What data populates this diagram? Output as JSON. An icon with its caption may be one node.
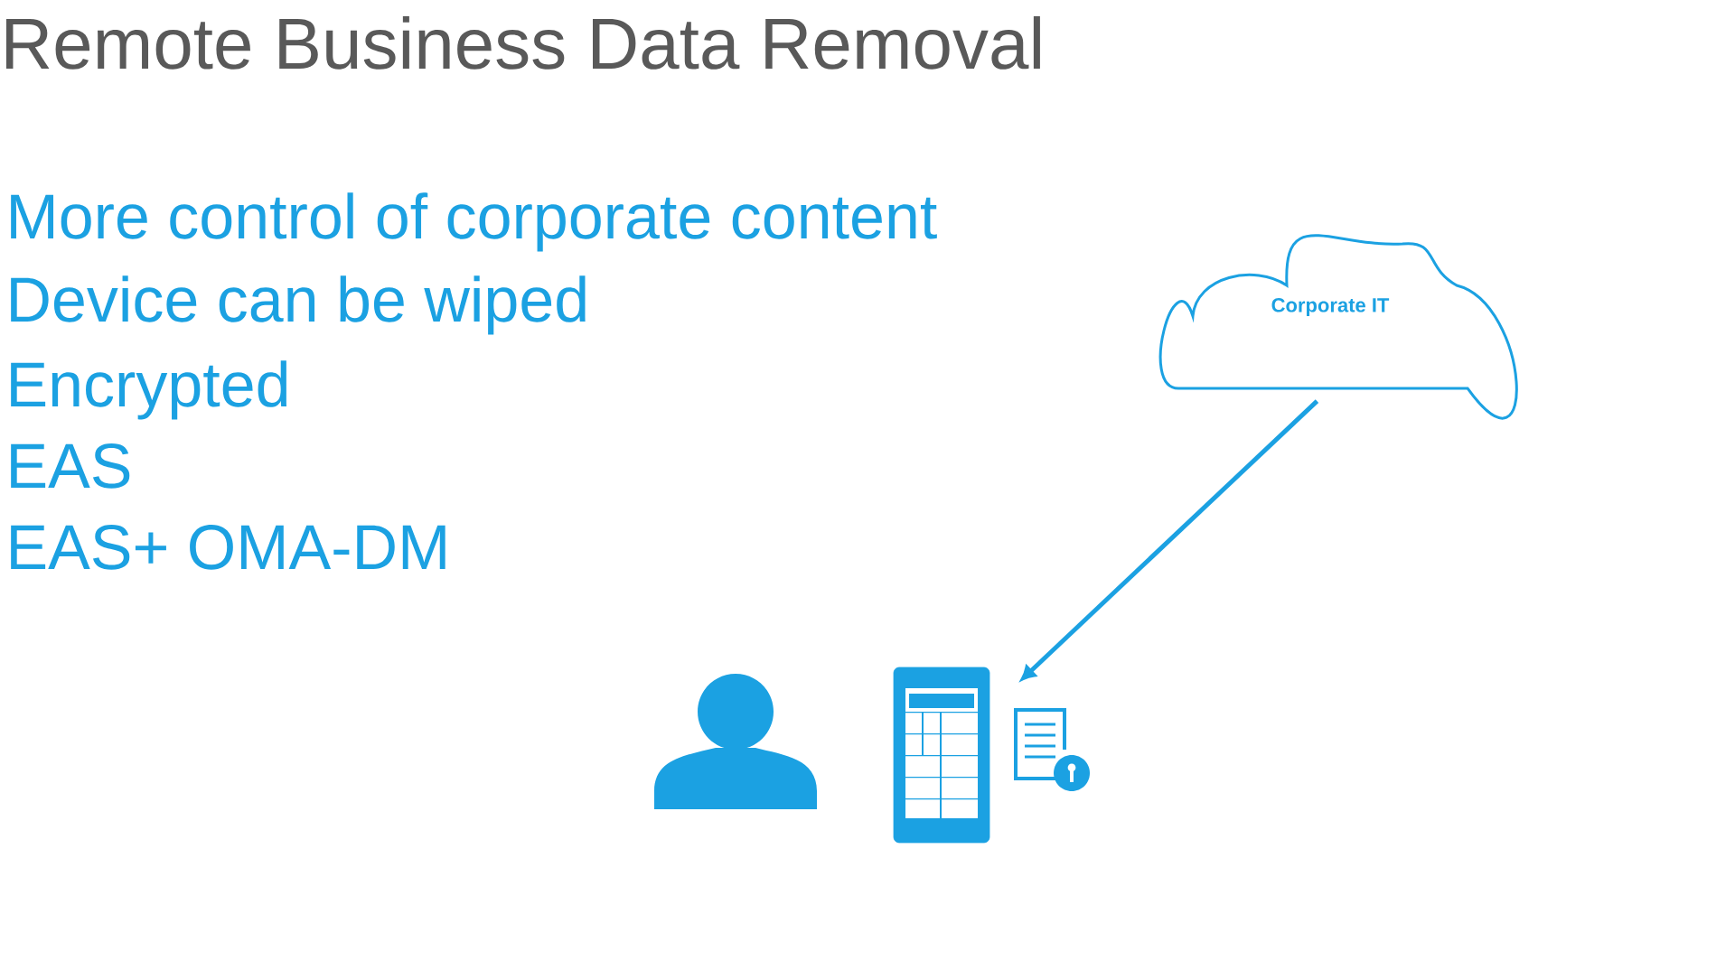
{
  "diagram": {
    "title": "Remote Business Data Removal",
    "nodes": [
      {
        "text": [
          "Corporate IT"
        ]
      },
      {
        "text": [],
        "shape": "phone"
      }
    ],
    "edges": [
      {
        "from": 0,
        "to": 1,
        "arrow": "to"
      }
    ],
    "labels": [
      "More control of corporate content",
      "Device can be wiped",
      "Encrypted",
      "EAS",
      "EAS+ OMA-DM"
    ]
  }
}
